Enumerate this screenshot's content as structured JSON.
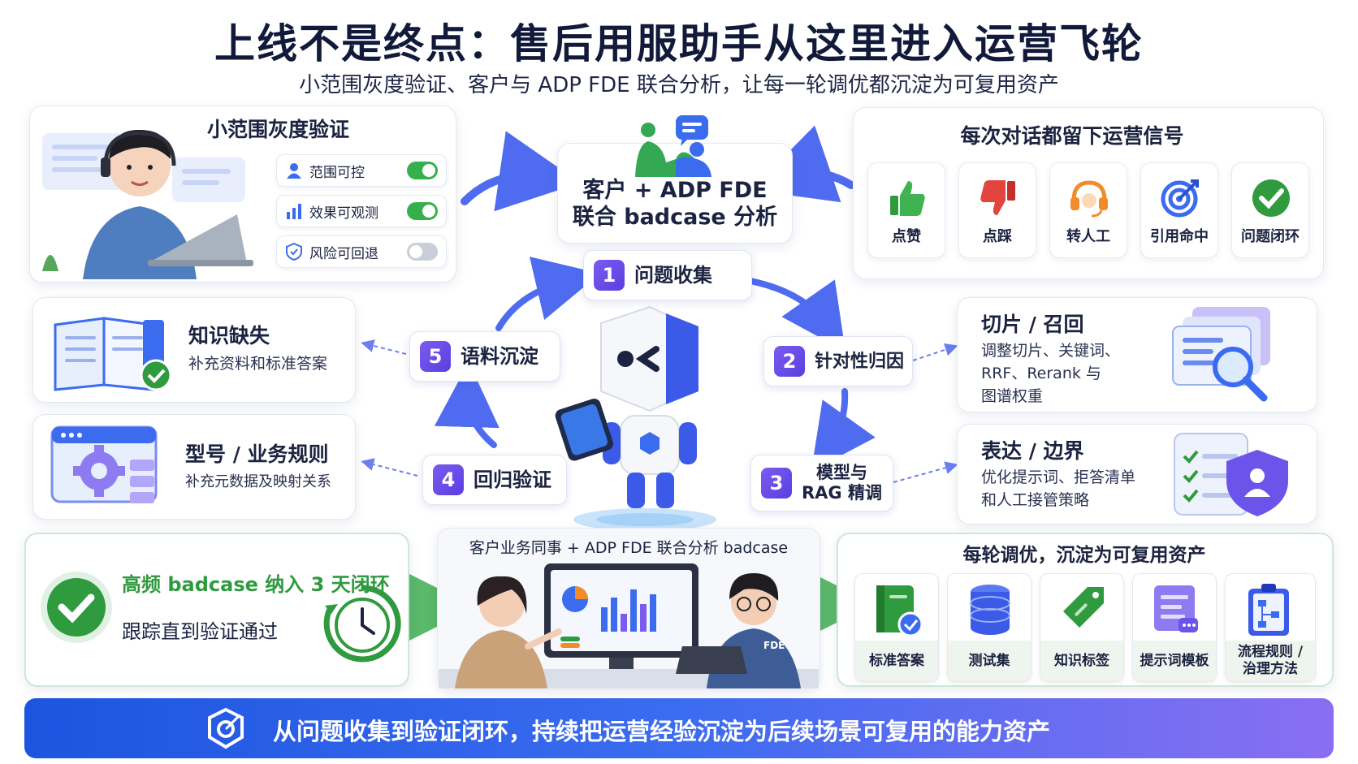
{
  "header": {
    "title": "上线不是终点：售后用服助手从这里进入运营飞轮",
    "subtitle": "小范围灰度验证、客户与 ADP FDE 联合分析，让每一轮调优都沉淀为可复用资产"
  },
  "gray_release": {
    "title": "小范围灰度验证",
    "toggles": [
      {
        "label": "范围可控",
        "state": "on"
      },
      {
        "label": "效果可观测",
        "state": "on"
      },
      {
        "label": "风险可回退",
        "state": "off"
      }
    ]
  },
  "joint_analysis": {
    "line1": "客户 + ADP FDE",
    "line2": "联合 badcase 分析"
  },
  "signals": {
    "title": "每次对话都留下运营信号",
    "items": [
      {
        "label": "点赞",
        "icon": "thumbs-up-icon"
      },
      {
        "label": "点踩",
        "icon": "thumbs-down-icon"
      },
      {
        "label": "转人工",
        "icon": "headset-icon"
      },
      {
        "label": "引用命中",
        "icon": "target-icon"
      },
      {
        "label": "问题闭环",
        "icon": "check-circle-icon"
      }
    ]
  },
  "cycle": {
    "steps": [
      {
        "num": "1",
        "label": "问题收集"
      },
      {
        "num": "2",
        "label": "针对性归因"
      },
      {
        "num": "3",
        "label_line1": "模型与",
        "label_line2": "RAG 精调"
      },
      {
        "num": "4",
        "label": "回归验证"
      },
      {
        "num": "5",
        "label": "语料沉淀"
      }
    ]
  },
  "left_cards": [
    {
      "title": "知识缺失",
      "desc": "补充资料和标准答案"
    },
    {
      "title": "型号 / 业务规则",
      "desc": "补充元数据及映射关系"
    }
  ],
  "right_cards": [
    {
      "title": "切片 / 召回",
      "desc_lines": [
        "调整切片、关键词、",
        "RRF、Rerank 与",
        "图谱权重"
      ]
    },
    {
      "title": "表达 / 边界",
      "desc_lines": [
        "优化提示词、拒答清单",
        "和人工接管策略"
      ]
    }
  ],
  "closure": {
    "title": "高频 badcase 纳入 3 天闭环",
    "desc": "跟踪直到验证通过"
  },
  "meeting": {
    "title": "客户业务同事 + ADP FDE 联合分析 badcase",
    "badge": "FDE"
  },
  "assets": {
    "title": "每轮调优，沉淀为可复用资产",
    "items": [
      {
        "label": "标准答案"
      },
      {
        "label": "测试集"
      },
      {
        "label": "知识标签"
      },
      {
        "label": "提示词模板"
      },
      {
        "label_line1": "流程规则 /",
        "label_line2": "治理方法"
      }
    ]
  },
  "banner": {
    "text": "从问题收集到验证闭环，持续把运营经验沉淀为后续场景可复用的能力资产"
  },
  "colors": {
    "accent": "#5a3fe0",
    "blue": "#3b6cf0",
    "green": "#36b04a",
    "red": "#e2453d",
    "orange": "#f28c28"
  }
}
